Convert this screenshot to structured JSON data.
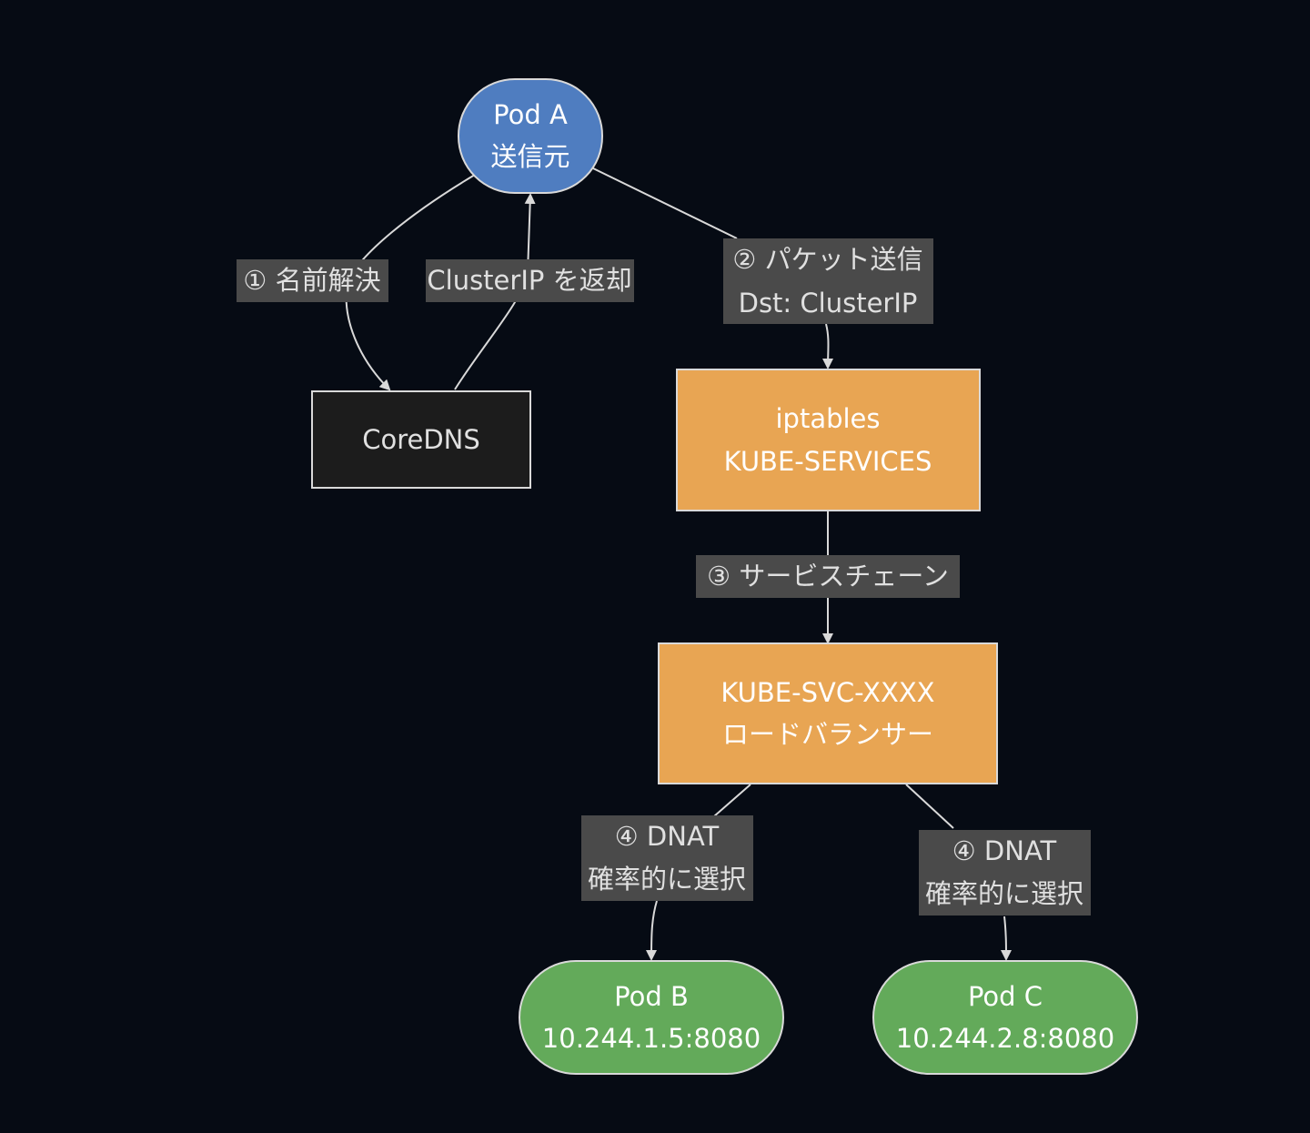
{
  "nodes": {
    "pod_a": {
      "line1": "Pod A",
      "line2": "送信元"
    },
    "coredns": {
      "line1": "CoreDNS"
    },
    "iptables": {
      "line1": "iptables",
      "line2": "KUBE-SERVICES"
    },
    "kube_svc": {
      "line1": "KUBE-SVC-XXXX",
      "line2": "ロードバランサー"
    },
    "pod_b": {
      "line1": "Pod B",
      "line2": "10.244.1.5:8080"
    },
    "pod_c": {
      "line1": "Pod C",
      "line2": "10.244.2.8:8080"
    }
  },
  "edges": {
    "name_resolution": {
      "line1": "① 名前解決"
    },
    "return_clusterip": {
      "line1": "ClusterIP を返却"
    },
    "packet_send": {
      "line1": "② パケット送信",
      "line2": "Dst: ClusterIP"
    },
    "service_chain": {
      "line1": "③ サービスチェーン"
    },
    "dnat_b": {
      "line1": "④ DNAT",
      "line2": "確率的に選択"
    },
    "dnat_c": {
      "line1": "④ DNAT",
      "line2": "確率的に選択"
    }
  },
  "colors": {
    "background": "#060b14",
    "pod_a_fill": "#4f7dc0",
    "coredns_fill": "#1c1c1c",
    "iptables_fill": "#e8a553",
    "pod_fill": "#63aa5a",
    "edge_label_bg": "#4a4a4a",
    "edge_stroke": "#d9d9d9"
  }
}
